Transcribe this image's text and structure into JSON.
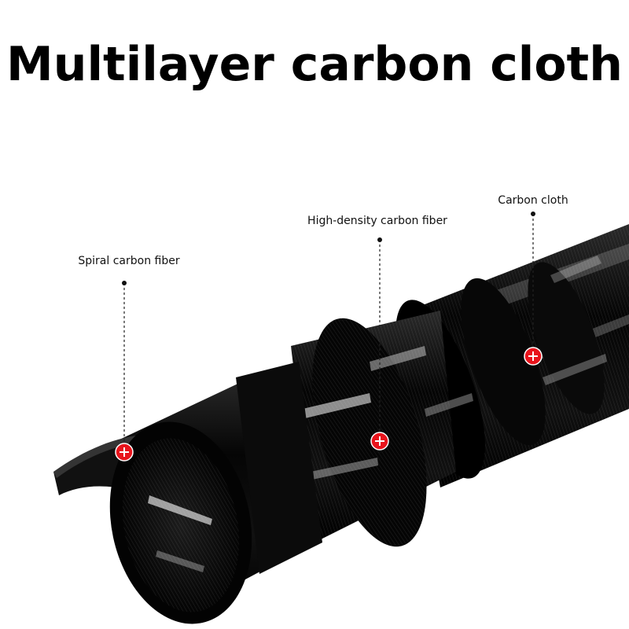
{
  "title": "Multilayer carbon cloth",
  "callouts": [
    {
      "label": "Spiral carbon fiber"
    },
    {
      "label": "High-density carbon fiber"
    },
    {
      "label": "Carbon cloth"
    }
  ],
  "colors": {
    "background": "#ffffff",
    "text": "#000000",
    "tube": "#0a0a0a",
    "highlight": "#e8e8e8",
    "marker": "#e8141c"
  },
  "icons": [
    "plus-marker-icon"
  ]
}
